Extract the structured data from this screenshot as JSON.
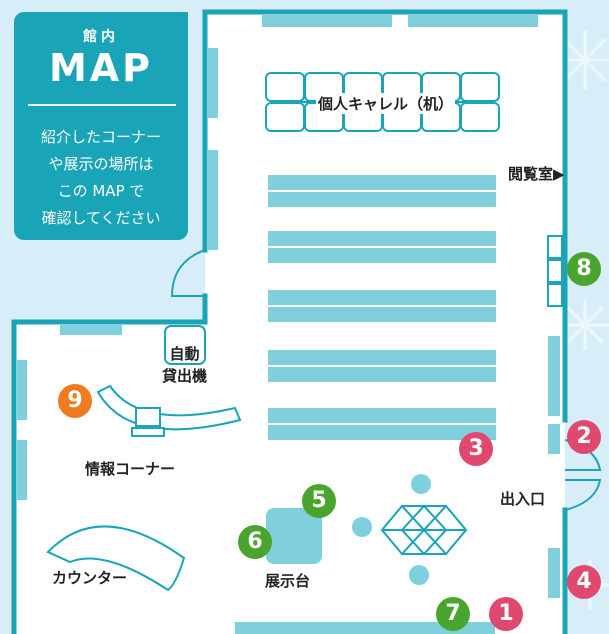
{
  "title_card": {
    "small": "館内",
    "big": "MAP",
    "description": "紹介したコーナー\nや展示の場所は\nこの MAP で\n確認してください"
  },
  "labels": {
    "carrel": "個人キャレル（机）",
    "reading_room": "閲覧室▶",
    "auto_lending": "自動\n貸出機",
    "info_corner": "情報コーナー",
    "counter": "カウンター",
    "exhibit": "展示台",
    "entrance": "出入口"
  },
  "markers": [
    "1",
    "2",
    "3",
    "4",
    "5",
    "6",
    "7",
    "8",
    "9"
  ],
  "colors": {
    "teal": "#1aa4b8",
    "shelf": "#7fd0dc",
    "pink": "#e0486e",
    "green": "#4aa52e",
    "orange": "#f07a1e",
    "wall": "#1aa4b8"
  }
}
